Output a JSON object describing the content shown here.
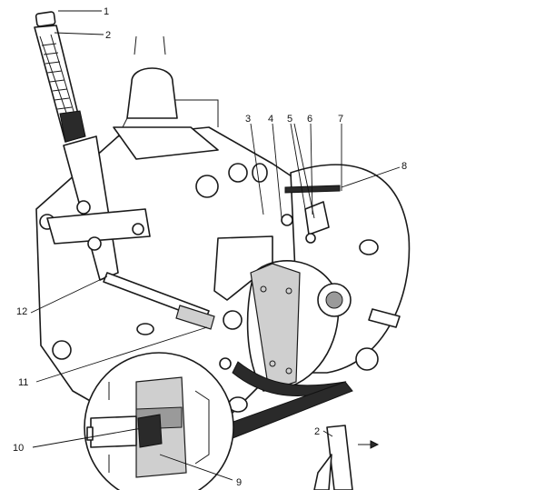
{
  "callouts": [
    {
      "label": "1"
    },
    {
      "label": "2"
    },
    {
      "label": "3"
    },
    {
      "label": "4"
    },
    {
      "label": "5"
    },
    {
      "label": "6"
    },
    {
      "label": "7"
    },
    {
      "label": "8"
    },
    {
      "label": "9"
    },
    {
      "label": "10"
    },
    {
      "label": "11"
    },
    {
      "label": "12"
    },
    {
      "label": "2"
    }
  ]
}
